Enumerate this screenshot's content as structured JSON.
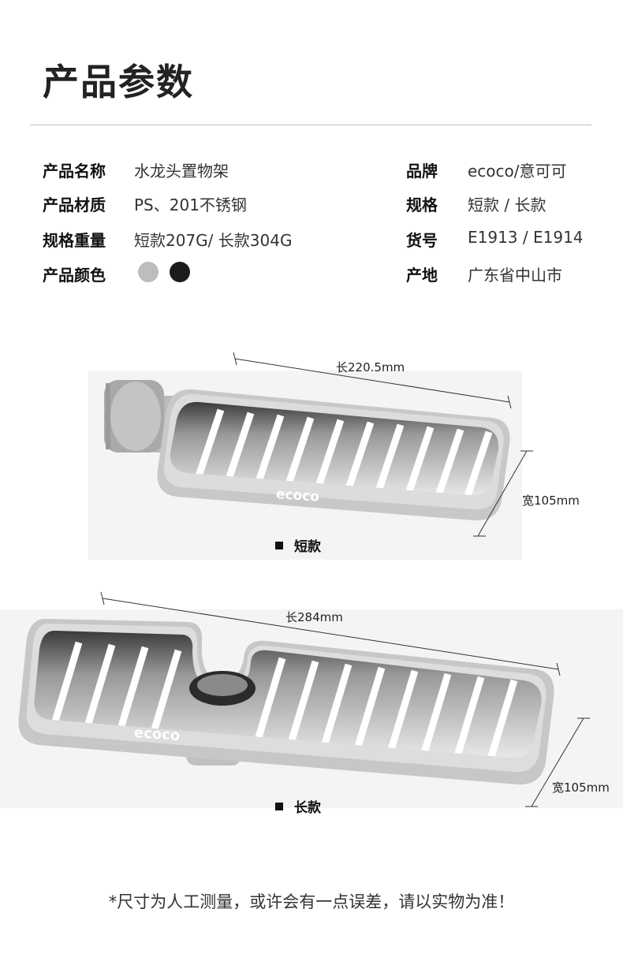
{
  "title": "产品参数",
  "specs": {
    "name_label": "产品名称",
    "name_value": "水龙头置物架",
    "material_label": "产品材质",
    "material_value": "PS、201不锈钢",
    "weight_label": "规格重量",
    "weight_value": "短款207G/ 长款304G",
    "color_label": "产品颜色",
    "colors": [
      "#bdbdbd",
      "#1c1c1c"
    ],
    "brand_label": "品牌",
    "brand_value": "ecoco/意可可",
    "spec_label": "规格",
    "spec_value": "短款 / 长款",
    "model_label": "货号",
    "model_value": "E1913 / E1914",
    "origin_label": "产地",
    "origin_value": "广东省中山市"
  },
  "short_item": {
    "length": "长220.5mm",
    "width": "宽105mm",
    "logo": "ecoco",
    "caption": "短款"
  },
  "long_item": {
    "length": "长284mm",
    "width": "宽105mm",
    "logo": "ecoco",
    "caption": "长款"
  },
  "note": "*尺寸为人工测量，或许会有一点误差，请以实物为准！"
}
